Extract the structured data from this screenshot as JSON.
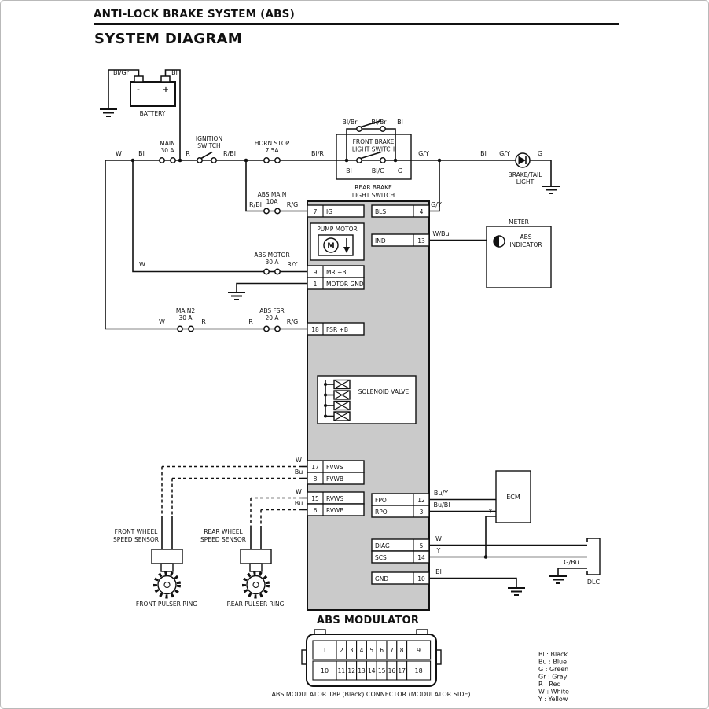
{
  "header": {
    "title": "ANTI-LOCK BRAKE SYSTEM (ABS)",
    "subtitle": "SYSTEM DIAGRAM"
  },
  "battery": {
    "label": "BATTERY",
    "minus": "-",
    "plus": "+",
    "neg_wire": "Bl/Gr",
    "pos_wire": "Bl"
  },
  "fuses": {
    "main": {
      "name": "MAIN",
      "rating": "30 A"
    },
    "horn": {
      "name": "HORN STOP",
      "rating": "7.5A"
    },
    "absmain": {
      "name": "ABS MAIN",
      "rating": "10A"
    },
    "absmotor": {
      "name": "ABS MOTOR",
      "rating": "30 A"
    },
    "main2": {
      "name": "MAIN2",
      "rating": "30 A"
    },
    "absfsr": {
      "name": "ABS FSR",
      "rating": "20 A"
    }
  },
  "switches": {
    "ignition": {
      "l1": "IGNITION",
      "l2": "SWITCH"
    },
    "front_brake": {
      "l1": "FRONT BRAKE",
      "l2": "LIGHT SWITCH"
    },
    "rear_brake": {
      "l1": "REAR BRAKE",
      "l2": "LIGHT SWITCH"
    }
  },
  "wires": {
    "main_w": "W",
    "main_bl": "Bl",
    "main_r": "R",
    "main_rbl": "R/Bl",
    "main_blr": "Bl/R",
    "main_gy1": "G/Y",
    "main_bl2": "Bl",
    "main_gy2": "G/Y",
    "main_g": "G",
    "fbs1": "Bl/Br",
    "fbs2": "Bl/Br",
    "fbs3": "Bl",
    "rbs1": "Bl",
    "rbs2": "Bl/G",
    "rbs3": "G",
    "ig_rbl": "R/Bl",
    "ig_rg": "R/G",
    "bls_gy": "G/Y",
    "ind_wbu": "W/Bu",
    "motor_w": "W",
    "motor_ry": "R/Y",
    "fsr_w": "W",
    "fsr_r1": "R",
    "fsr_r2": "R",
    "fsr_rg": "R/G",
    "fvws_w": "W",
    "fvwb_bu": "Bu",
    "rvws_w": "W",
    "rvwb_bu": "Bu",
    "fpo_buy": "Bu/Y",
    "rpo_bubl": "Bu/Bl",
    "ecm_y": "Y",
    "diag_w": "W",
    "scs_y": "Y",
    "dlc_gbu": "G/Bu",
    "gnd_bl": "Bl"
  },
  "components": {
    "pump_motor": "PUMP MOTOR",
    "motor_m": "M",
    "solenoid": "SOLENOID VALVE",
    "meter": "METER",
    "abs_ind1": "ABS",
    "abs_ind2": "INDICATOR",
    "brake_light1": "BRAKE/TAIL",
    "brake_light2": "LIGHT",
    "ecm": "ECM",
    "dlc": "DLC",
    "modulator": "ABS MODULATOR",
    "fws1": "FRONT WHEEL",
    "fws2": "SPEED SENSOR",
    "rws1": "REAR WHEEL",
    "rws2": "SPEED SENSOR",
    "fpr": "FRONT PULSER RING",
    "rpr": "REAR PULSER RING"
  },
  "pins_left": [
    {
      "num": "7",
      "name": "IG"
    },
    {
      "num": "9",
      "name": "MR +B"
    },
    {
      "num": "1",
      "name": "MOTOR GND"
    },
    {
      "num": "18",
      "name": "FSR +B"
    },
    {
      "num": "17",
      "name": "FVWS"
    },
    {
      "num": "8",
      "name": "FVWB"
    },
    {
      "num": "15",
      "name": "RVWS"
    },
    {
      "num": "6",
      "name": "RVWB"
    }
  ],
  "pins_right": [
    {
      "name": "BLS",
      "num": "4"
    },
    {
      "name": "IND",
      "num": "13"
    },
    {
      "name": "FPO",
      "num": "12"
    },
    {
      "name": "RPO",
      "num": "3"
    },
    {
      "name": "DIAG",
      "num": "5"
    },
    {
      "name": "SCS",
      "num": "14"
    },
    {
      "name": "GND",
      "num": "10"
    }
  ],
  "connector": {
    "caption": "ABS MODULATOR 18P (Black) CONNECTOR (MODULATOR SIDE)",
    "row1": [
      "1",
      "2",
      "3",
      "4",
      "5",
      "6",
      "7",
      "8",
      "9"
    ],
    "row2": [
      "10",
      "11",
      "12",
      "13",
      "14",
      "15",
      "16",
      "17",
      "18"
    ]
  },
  "legend": [
    "Bl : Black",
    "Bu : Blue",
    "G : Green",
    "Gr : Gray",
    "R : Red",
    "W : White",
    "Y : Yellow"
  ]
}
